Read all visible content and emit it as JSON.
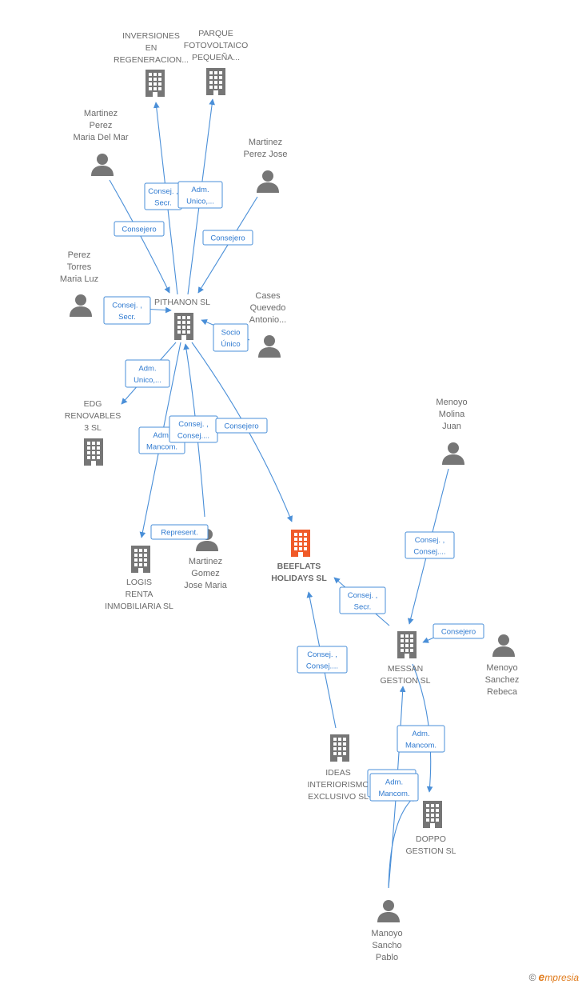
{
  "nodes": [
    {
      "id": "inversiones",
      "type": "company",
      "label": [
        "INVERSIONES",
        "EN",
        "REGENERACION..."
      ]
    },
    {
      "id": "parque",
      "type": "company",
      "label": [
        "PARQUE",
        "FOTOVOLTAICO",
        "PEQUEÑA..."
      ]
    },
    {
      "id": "mp_maria",
      "type": "person",
      "label": [
        "Martinez",
        "Perez",
        "Maria Del Mar"
      ]
    },
    {
      "id": "mp_jose",
      "type": "person",
      "label": [
        "Martinez",
        "Perez Jose"
      ]
    },
    {
      "id": "perez_torres",
      "type": "person",
      "label": [
        "Perez",
        "Torres",
        "Maria Luz"
      ]
    },
    {
      "id": "pithanon",
      "type": "company",
      "label": [
        "PITHANON  SL"
      ]
    },
    {
      "id": "cases",
      "type": "person",
      "label": [
        "Cases",
        "Quevedo",
        "Antonio..."
      ]
    },
    {
      "id": "edg",
      "type": "company",
      "label": [
        "EDG",
        "RENOVABLES",
        "3  SL"
      ]
    },
    {
      "id": "menoyo_juan",
      "type": "person",
      "label": [
        "Menoyo",
        "Molina",
        "Juan"
      ]
    },
    {
      "id": "logis",
      "type": "company",
      "label": [
        "LOGIS",
        "RENTA",
        "INMOBILIARIA SL"
      ]
    },
    {
      "id": "mg_jose",
      "type": "person",
      "label": [
        "Martinez",
        "Gomez",
        "Jose Maria"
      ]
    },
    {
      "id": "beeflats",
      "type": "main",
      "label": [
        "BEEFLATS",
        "HOLIDAYS  SL"
      ]
    },
    {
      "id": "messan",
      "type": "company",
      "label": [
        "MESSAN",
        "GESTION SL"
      ]
    },
    {
      "id": "menoyo_rebeca",
      "type": "person",
      "label": [
        "Menoyo",
        "Sanchez",
        "Rebeca"
      ]
    },
    {
      "id": "ideas",
      "type": "company",
      "label": [
        "IDEAS",
        "INTERIORISMO",
        "EXCLUSIVO  SL"
      ]
    },
    {
      "id": "doppo",
      "type": "company",
      "label": [
        "DOPPO",
        "GESTION  SL"
      ]
    },
    {
      "id": "manoyo",
      "type": "person",
      "label": [
        "Manoyo",
        "Sancho",
        "Pablo"
      ]
    }
  ],
  "edges": [
    {
      "from": "pithanon",
      "to": "inversiones",
      "label": [
        "Consej. ,",
        "Secr."
      ]
    },
    {
      "from": "pithanon",
      "to": "parque",
      "label": [
        "Adm.",
        "Unico,..."
      ]
    },
    {
      "from": "mp_maria",
      "to": "pithanon",
      "label": [
        "Consejero"
      ]
    },
    {
      "from": "mp_jose",
      "to": "pithanon",
      "label": [
        "Consejero"
      ]
    },
    {
      "from": "perez_torres",
      "to": "pithanon",
      "label": [
        "Consej. ,",
        "Secr."
      ]
    },
    {
      "from": "cases",
      "to": "pithanon",
      "label": [
        "Socio",
        "Único"
      ]
    },
    {
      "from": "pithanon",
      "to": "edg",
      "label": [
        "Adm.",
        "Unico,..."
      ]
    },
    {
      "from": "pithanon",
      "to": "logis",
      "label": [
        "Adm.",
        "Mancom."
      ]
    },
    {
      "from": "mg_jose",
      "to": "pithanon",
      "label": [
        "Consej. ,",
        "Consej...."
      ]
    },
    {
      "from": "pithanon",
      "to": "beeflats",
      "label": [
        "Consejero"
      ]
    },
    {
      "from": "mg_jose",
      "to": "logis",
      "label": [
        "Represent."
      ]
    },
    {
      "from": "menoyo_juan",
      "to": "messan",
      "label": [
        "Consej. ,",
        "Consej...."
      ]
    },
    {
      "from": "messan",
      "to": "beeflats",
      "label": [
        "Consej. ,",
        "Secr."
      ]
    },
    {
      "from": "menoyo_rebeca",
      "to": "messan",
      "label": [
        "Consejero"
      ]
    },
    {
      "from": "ideas",
      "to": "beeflats",
      "label": [
        "Consej. ,",
        "Consej...."
      ]
    },
    {
      "from": "messan",
      "to": "doppo",
      "label": [
        "Adm.",
        "Mancom."
      ]
    },
    {
      "from": "manoyo",
      "to": "messan",
      "label": [
        "Adm.",
        "Mancom."
      ]
    },
    {
      "from": "manoyo",
      "to": "doppo",
      "label": [
        "Adm.",
        "Mancom."
      ]
    }
  ],
  "footer": {
    "copyright": "©",
    "brand_initial": "e",
    "brand_rest": "mpresia"
  },
  "colors": {
    "edge": "#4a8fd8",
    "icon": "#767676",
    "main_icon": "#f05a28",
    "label_text": "#2f7ad0"
  }
}
